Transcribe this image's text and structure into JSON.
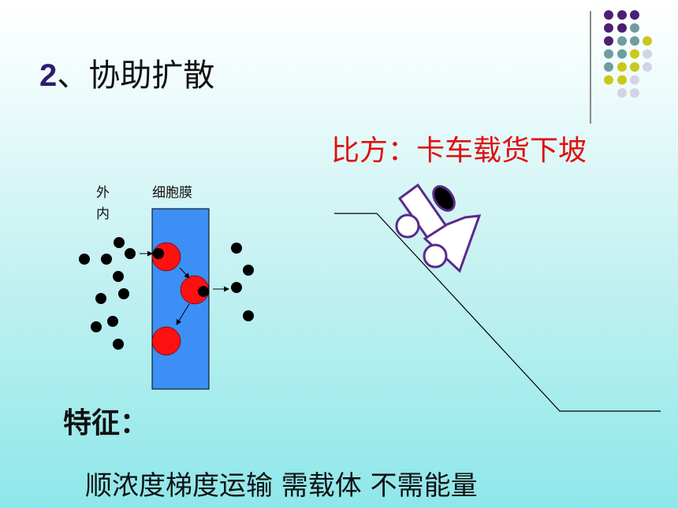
{
  "slide": {
    "title_number": "2",
    "title_text": "、协助扩散",
    "analogy": "比方：卡车载货下坡",
    "diagram": {
      "label_outside": "外",
      "label_inside": "内",
      "label_membrane": "细胞膜"
    },
    "features_heading": "特征：",
    "features_text": "顺浓度梯度运输 需载体 不需能量"
  },
  "colors": {
    "membrane": "#3d8ff5",
    "carrier": "#ff1010",
    "molecule": "#000000",
    "truck": "#5a2a8a",
    "title_number": "#2a1e6e",
    "analogy_text": "#e01010",
    "dot_purple": "#4b1f73",
    "dot_teal": "#6f9d9d",
    "dot_olive": "#c9c81d",
    "dot_lavender": "#d3d3e6"
  }
}
